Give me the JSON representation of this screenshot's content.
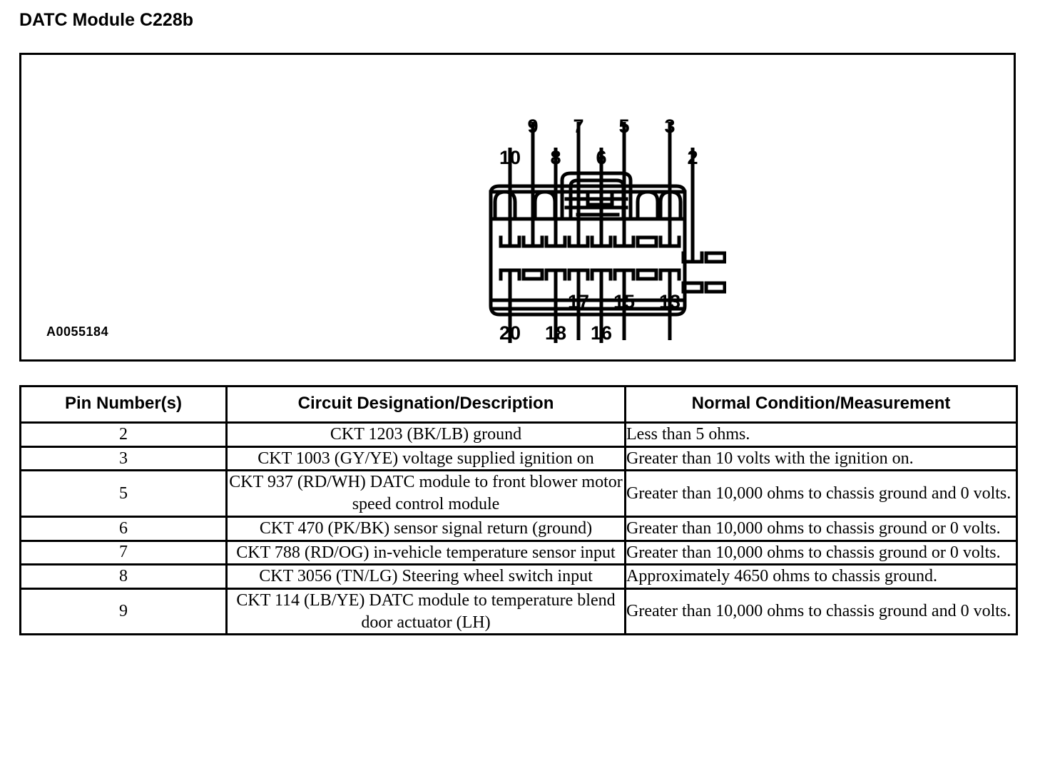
{
  "page": {
    "title": "DATC Module C228b",
    "diagram_code": "A0055184"
  },
  "diagram": {
    "name": "connector-pinout-diagram",
    "description": "Automotive connector face view with numbered terminal callouts",
    "top_callouts_upper": [
      "9",
      "7",
      "5",
      "3"
    ],
    "top_callouts_lower": [
      "10",
      "8",
      "6",
      "2"
    ],
    "bottom_callouts_upper": [
      "17",
      "15",
      "13"
    ],
    "bottom_callouts_lower": [
      "20",
      "18",
      "16"
    ]
  },
  "table": {
    "headers": [
      "Pin Number(s)",
      "Circuit Designation/Description",
      "Normal Condition/Measurement"
    ],
    "rows": [
      {
        "pin": "2",
        "description": "CKT 1203 (BK/LB) ground",
        "condition": "Less than 5 ohms."
      },
      {
        "pin": "3",
        "description": "CKT 1003 (GY/YE) voltage supplied ignition on",
        "condition": "Greater than 10 volts with the ignition on."
      },
      {
        "pin": "5",
        "description": "CKT 937 (RD/WH) DATC module to front blower motor speed control module",
        "condition": "Greater than 10,000 ohms to chassis ground and 0 volts."
      },
      {
        "pin": "6",
        "description": "CKT 470 (PK/BK) sensor signal return (ground)",
        "condition": "Greater than 10,000 ohms to chassis ground or 0 volts."
      },
      {
        "pin": "7",
        "description": "CKT 788 (RD/OG) in-vehicle temperature sensor input",
        "condition": "Greater than 10,000 ohms to chassis ground or 0 volts."
      },
      {
        "pin": "8",
        "description": "CKT 3056 (TN/LG) Steering wheel switch input",
        "condition": "Approximately 4650 ohms to chassis ground."
      },
      {
        "pin": "9",
        "description": "CKT 114 (LB/YE) DATC module to temperature blend door actuator (LH)",
        "condition": "Greater than 10,000 ohms to chassis ground and 0 volts."
      }
    ]
  },
  "colors": {
    "ink": "#000000",
    "paper": "#ffffff"
  }
}
